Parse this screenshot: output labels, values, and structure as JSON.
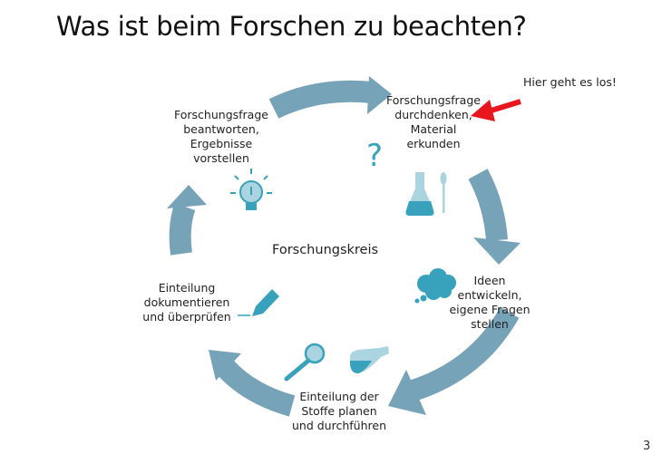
{
  "slide": {
    "title": "Was ist beim Forschen zu beachten?",
    "center_label": "Forschungskreis",
    "start_note": "Hier geht es los!",
    "page_number": "3",
    "steps": [
      {
        "label": "Forschungsfrage\ndurchdenken,\nMaterial\nerkunden",
        "icon": "question-and-flask-icon"
      },
      {
        "label": "Ideen\nentwickeln,\neigene Fragen\nstellen",
        "icon": "thought-cloud-icon"
      },
      {
        "label": "Einteilung der\nStoffe planen\nund durchführen",
        "icon": "magnifier-and-flask-icon"
      },
      {
        "label": "Einteilung\ndokumentieren\nund überprüfen",
        "icon": "pencil-icon"
      },
      {
        "label": "Forschungsfrage\nbeantworten,\nErgebnisse\nvorstellen",
        "icon": "lightbulb-icon"
      }
    ],
    "colors": {
      "arrow": "#77a3b9",
      "icon": "#38a2bd",
      "icon_light": "#a9d4e0",
      "red_arrow": "#e8161e"
    }
  }
}
